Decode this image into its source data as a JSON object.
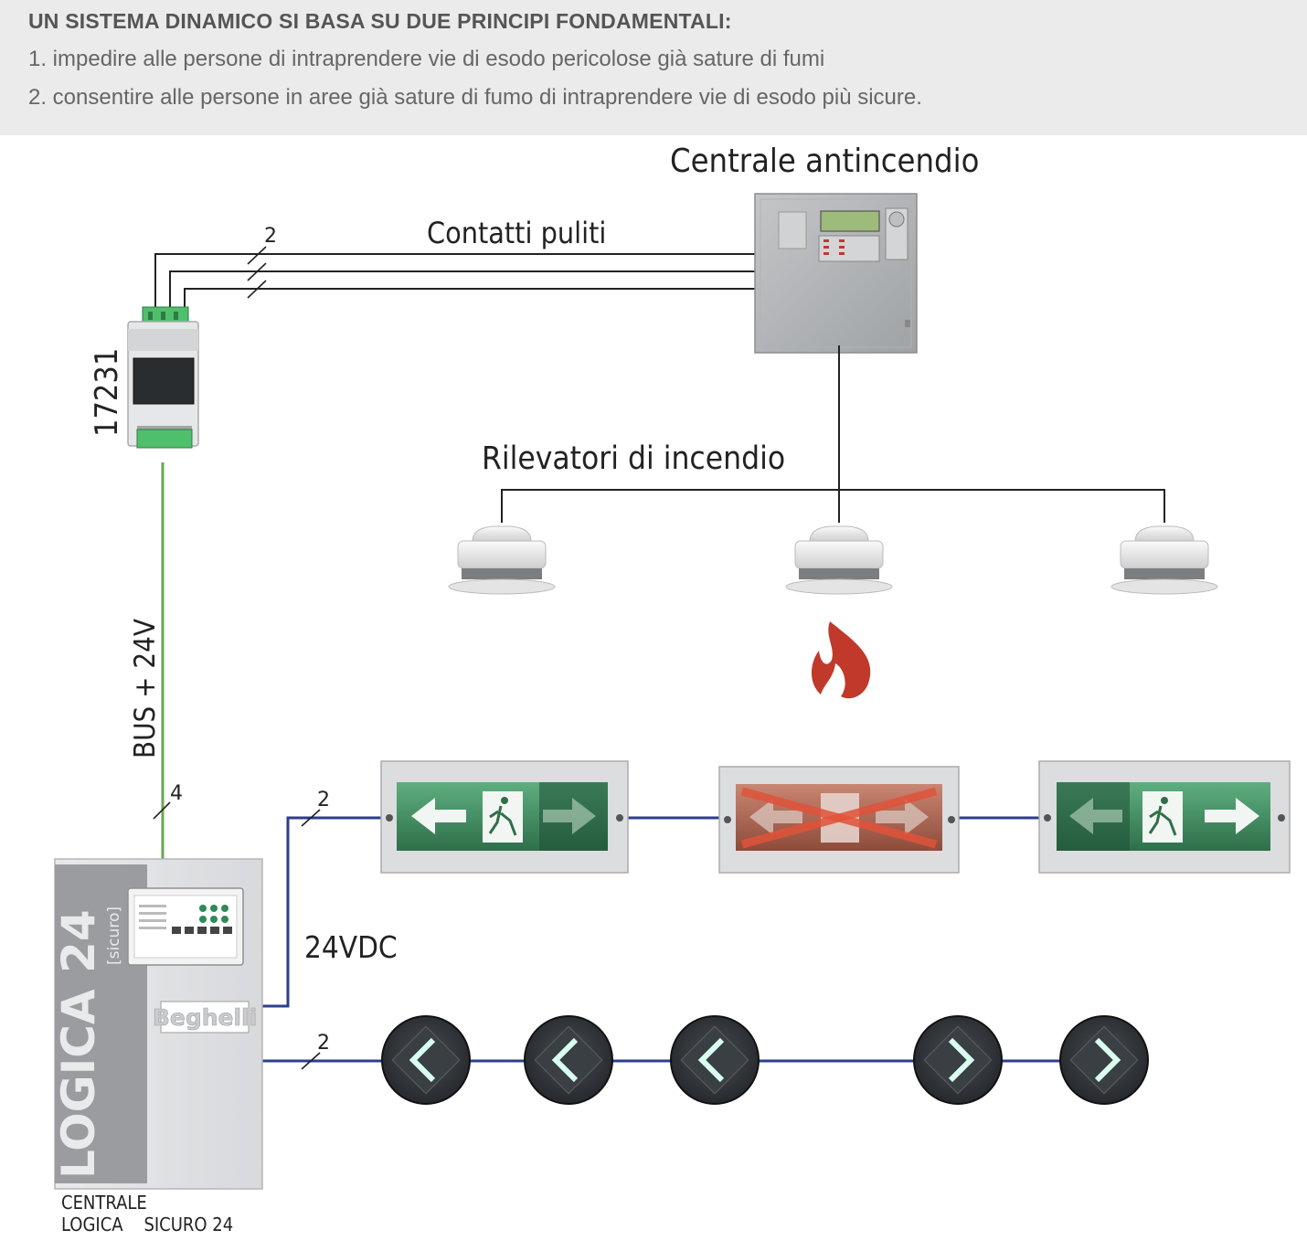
{
  "header": {
    "title": "UN SISTEMA DINAMICO SI BASA SU DUE PRINCIPI FONDAMENTALI:",
    "points": [
      "1.  impedire alle persone di intraprendere vie di esodo pericolose già sature di fumi",
      "2. consentire alle persone in aree già sature di fumo di intraprendere vie di esodo più sicure."
    ]
  },
  "diagram": {
    "fire_panel_label": "Centrale antincendio",
    "clean_contacts_label": "Contatti puliti",
    "clean_contacts_count": "2",
    "module_code": "17231",
    "detectors_label": "Rilevatori di incendio",
    "bus_label": "BUS + 24V",
    "bus_wire_count": "4",
    "signs_wire_count": "2",
    "markers_wire_count": "2",
    "supply_label": "24VDC",
    "central_brand": "Beghelli",
    "central_product_vertical": "LOGICA 24",
    "central_sub_brand": "[sicuro]",
    "central_caption_line1": "CENTRALE",
    "central_caption_line2": "LOGICA    SICURO 24"
  },
  "colors": {
    "bus_line": "#6aa84f",
    "signal_line": "#2d3e8c",
    "contact_line": "#222222",
    "flame": "#c0392b",
    "sign_green": "#3c8a5a",
    "sign_red": "#c0392b"
  }
}
